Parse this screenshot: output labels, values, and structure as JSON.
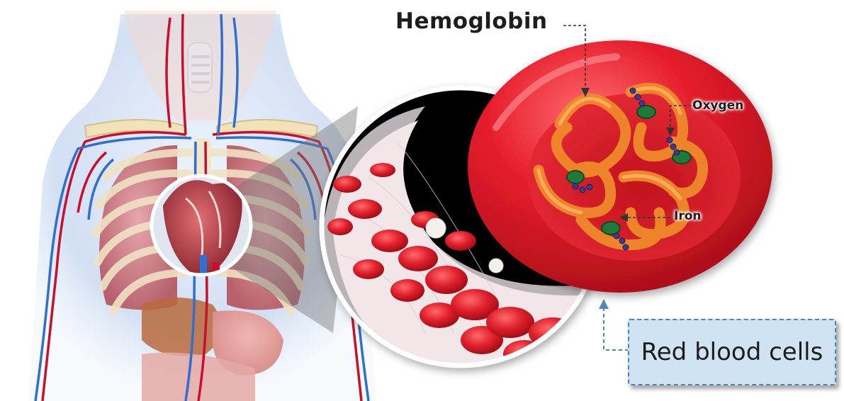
{
  "labels": {
    "hemoglobin": "Hemoglobin",
    "oxygen": "Oxygen",
    "iron": "Iron",
    "red_blood_cells": "Red blood cells"
  },
  "colors": {
    "artery": "#c8102e",
    "vein": "#2f6fd1",
    "blood_cell": "#d5192b",
    "hemoglobin_strand": "#f08a2a",
    "iron_heme": "#1f7a3a",
    "oxygen_atom": "#3b3a8c",
    "callout_box": "#cfe3f3",
    "callout_border": "#4f86b8"
  }
}
